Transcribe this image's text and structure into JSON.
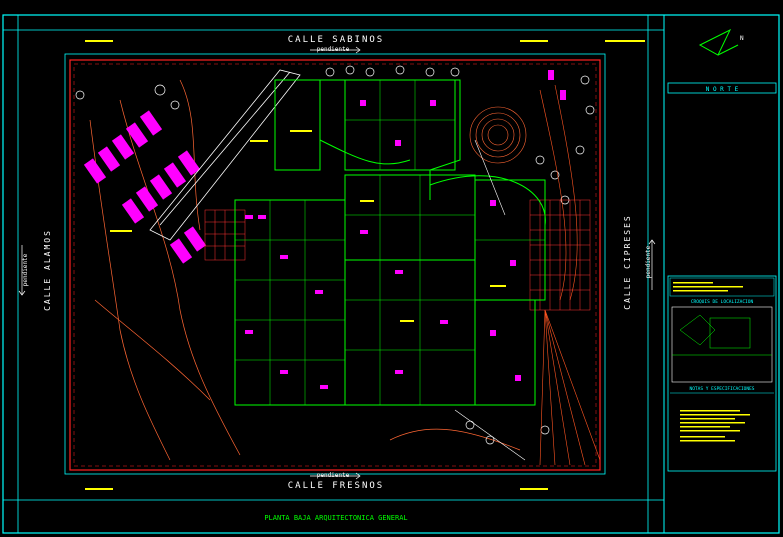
{
  "streets": {
    "north": "CALLE SABINOS",
    "south": "CALLE FRESNOS",
    "west": "CALLE ALAMOS",
    "east": "CALLE CIPRESES",
    "slope_label": "pendiente"
  },
  "plan_title": "PLANTA BAJA ARQUITECTONICA GENERAL",
  "sidebar": {
    "north_arrow_label": "N",
    "header_bar": "N O R T E",
    "location_title": "CROQUIS DE LOCALIZACION",
    "notes_title": "NOTAS Y ESPECIFICACIONES"
  },
  "colors": {
    "background": "#000000",
    "frame": "#00ffff",
    "walls": "#00ff00",
    "property_line": "#ff2222",
    "rooms": "#ff00ff",
    "text": "#ffff00",
    "grid": "#ff3333",
    "white": "#ffffff"
  }
}
